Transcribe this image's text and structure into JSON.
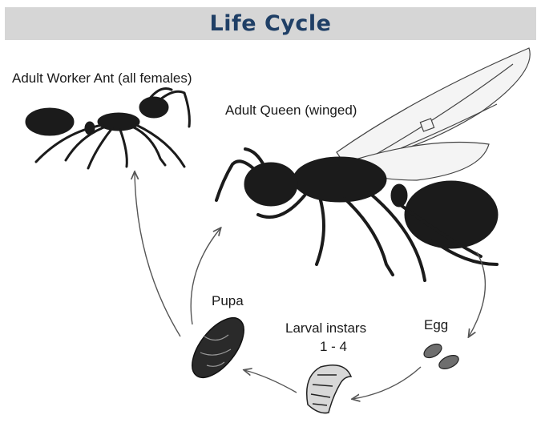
{
  "header": {
    "title": "Life Cycle"
  },
  "labels": {
    "worker": "Adult Worker Ant (all females)",
    "queen": "Adult Queen (winged)",
    "pupa": "Pupa",
    "larva_line1": "Larval instars",
    "larva_line2": "1 - 4",
    "egg": "Egg"
  },
  "colors": {
    "header_bg": "#d6d6d6",
    "title_text": "#1f3f66",
    "ink": "#1a1a1a"
  }
}
